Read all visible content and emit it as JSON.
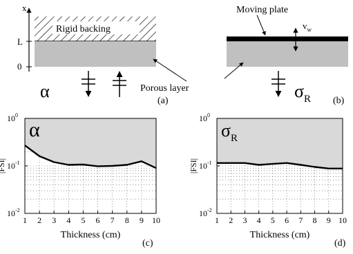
{
  "schematics": {
    "a": {
      "axis_label": "x",
      "tick_L": "L",
      "tick_0": "0",
      "backing_label": "Rigid backing",
      "porous_label": "Porous layer",
      "symbol": "α",
      "panel_label": "(a)"
    },
    "b": {
      "plate_label": "Moving plate",
      "velocity": "v",
      "velocity_sub": "w",
      "symbol": "σ",
      "symbol_sub": "R",
      "panel_label": "(b)"
    }
  },
  "colors": {
    "porous_fill": "#c0c0c0",
    "region_fill": "#d9d9d9",
    "curve": "#000000",
    "plate": "#000000"
  },
  "chart_data": [
    {
      "type": "line",
      "panel": "(c)",
      "annotation": "α",
      "xlabel": "Thickness (cm)",
      "ylabel": "|FSI|",
      "yscale": "log",
      "xlim": [
        1,
        10
      ],
      "ylim": [
        0.01,
        1
      ],
      "x_ticks": [
        "1",
        "2",
        "3",
        "4",
        "5",
        "6",
        "7",
        "8",
        "9",
        "10"
      ],
      "y_ticks": [
        {
          "base": "10",
          "exp": "0"
        },
        {
          "base": "10",
          "exp": "-1"
        },
        {
          "base": "10",
          "exp": "-2"
        }
      ],
      "grid": true,
      "shaded_region": "above curve",
      "series": [
        {
          "x": [
            1,
            2,
            3,
            4,
            5,
            6,
            7,
            8,
            9,
            10
          ],
          "y": [
            0.27,
            0.16,
            0.12,
            0.105,
            0.107,
            0.098,
            0.1,
            0.105,
            0.125,
            0.09
          ]
        }
      ]
    },
    {
      "type": "line",
      "panel": "(d)",
      "annotation": "σ",
      "annotation_sub": "R",
      "xlabel": "Thickness (cm)",
      "ylabel": "|FSI|",
      "yscale": "log",
      "xlim": [
        1,
        10
      ],
      "ylim": [
        0.01,
        1
      ],
      "x_ticks": [
        "1",
        "2",
        "3",
        "4",
        "5",
        "6",
        "7",
        "8",
        "9",
        "10"
      ],
      "y_ticks": [
        {
          "base": "10",
          "exp": "0"
        },
        {
          "base": "10",
          "exp": "-1"
        },
        {
          "base": "10",
          "exp": "-2"
        }
      ],
      "grid": true,
      "shaded_region": "above curve",
      "series": [
        {
          "x": [
            1,
            2,
            3,
            4,
            5,
            6,
            7,
            8,
            9,
            10
          ],
          "y": [
            0.115,
            0.115,
            0.115,
            0.105,
            0.11,
            0.115,
            0.105,
            0.095,
            0.088,
            0.088
          ]
        }
      ]
    }
  ]
}
